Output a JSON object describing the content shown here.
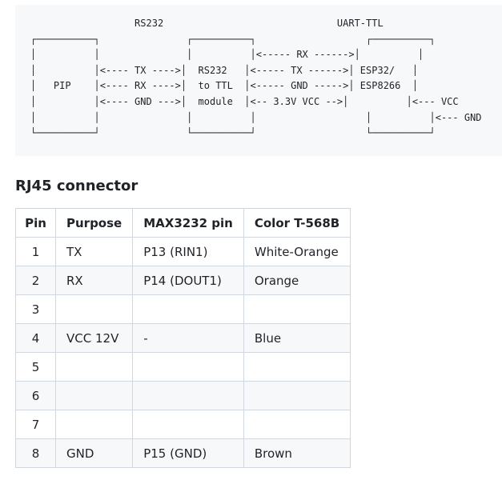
{
  "diagram": {
    "lines": [
      "                  RS232                              UART-TTL",
      "┌──────────┐               ┌──────────┐                   ┌──────────┐",
      "│          │               │          │<----- RX ------>│          │",
      "│          │<---- TX ---->│  RS232   │<----- TX ------>│ ESP32/   │",
      "│   PIP    │<---- RX ---->│  to TTL  │<----- GND ----->│ ESP8266  │",
      "│          │<---- GND --->│  module  │<-- 3.3V VCC -->│          │<--- VCC",
      "│          │               │          │                   │          │<--- GND",
      "└──────────┘               └──────────┘                   └──────────┘"
    ]
  },
  "section": {
    "heading": "RJ45 connector"
  },
  "table": {
    "headers": [
      "Pin",
      "Purpose",
      "MAX3232 pin",
      "Color T-568B"
    ],
    "rows": [
      {
        "pin": "1",
        "purpose": "TX",
        "max_pin": "P13 (RIN1)",
        "color": "White-Orange"
      },
      {
        "pin": "2",
        "purpose": "RX",
        "max_pin": "P14 (DOUT1)",
        "color": "Orange"
      },
      {
        "pin": "3",
        "purpose": "",
        "max_pin": "",
        "color": ""
      },
      {
        "pin": "4",
        "purpose": "VCC 12V",
        "max_pin": "-",
        "color": "Blue"
      },
      {
        "pin": "5",
        "purpose": "",
        "max_pin": "",
        "color": ""
      },
      {
        "pin": "6",
        "purpose": "",
        "max_pin": "",
        "color": ""
      },
      {
        "pin": "7",
        "purpose": "",
        "max_pin": "",
        "color": ""
      },
      {
        "pin": "8",
        "purpose": "GND",
        "max_pin": "P15 (GND)",
        "color": "Brown"
      }
    ]
  }
}
